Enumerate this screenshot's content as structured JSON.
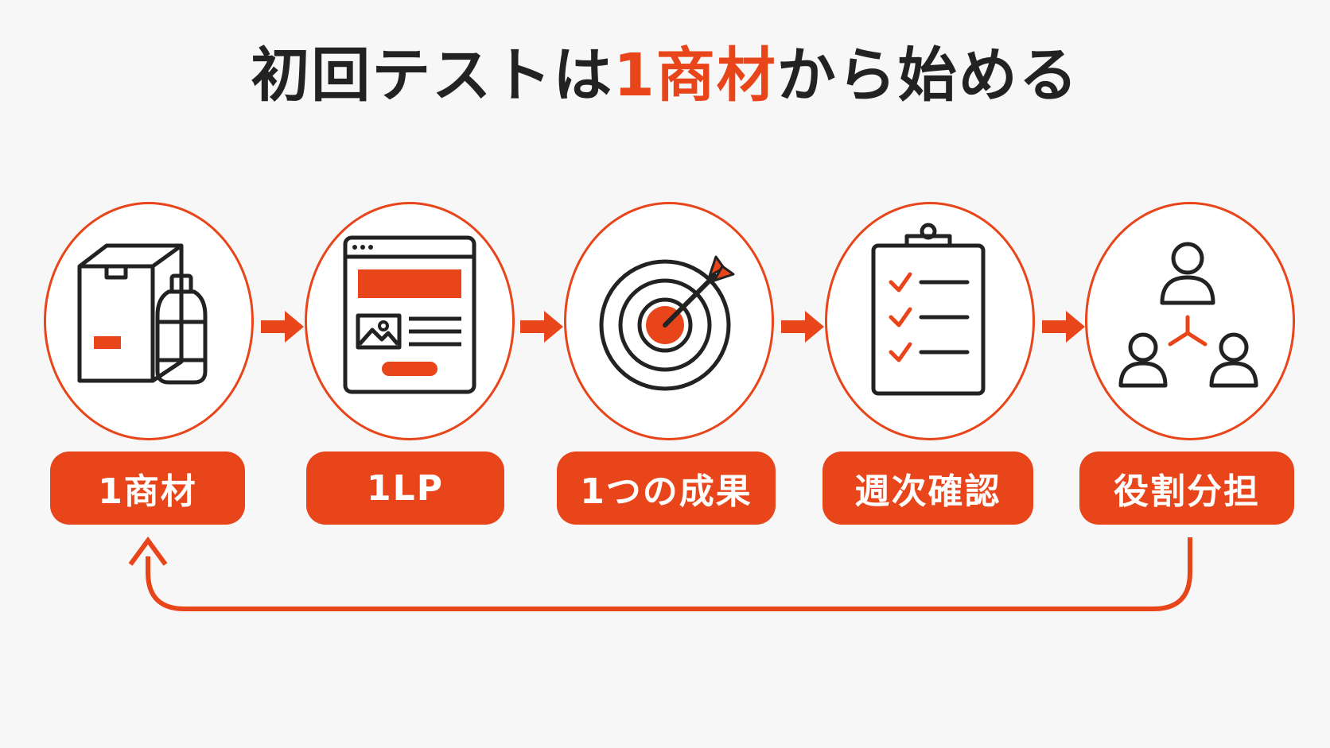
{
  "title": {
    "prefix": "初回テストは",
    "accent": "1商材",
    "suffix": "から始める"
  },
  "colors": {
    "accent": "#e8451b",
    "text": "#222222",
    "background": "#f7f7f7"
  },
  "steps": [
    {
      "label": "1商材",
      "icon": "product-box-bottle-icon"
    },
    {
      "label": "1LP",
      "icon": "landing-page-icon"
    },
    {
      "label": "1つの成果",
      "icon": "target-arrow-icon"
    },
    {
      "label": "週次確認",
      "icon": "clipboard-checklist-icon"
    },
    {
      "label": "役割分担",
      "icon": "team-roles-icon"
    }
  ]
}
